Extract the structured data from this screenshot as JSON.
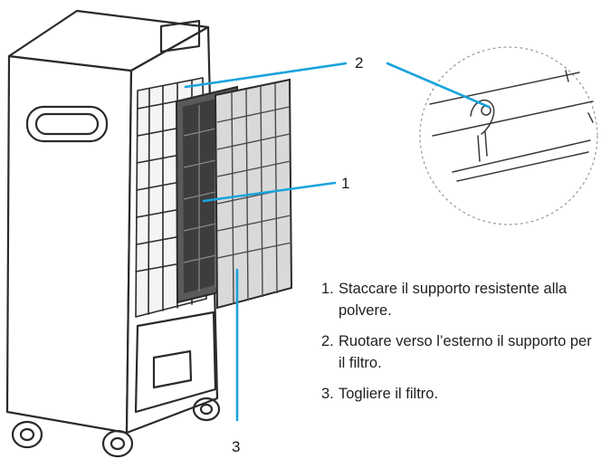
{
  "callouts": [
    {
      "id": "1",
      "label": "1"
    },
    {
      "id": "2",
      "label": "2"
    },
    {
      "id": "3",
      "label": "3"
    }
  ],
  "steps": [
    {
      "number": "1.",
      "text": "Staccare il supporto resistente alla polvere."
    },
    {
      "number": "2.",
      "text": "Ruotare verso l’esterno il supporto per il filtro."
    },
    {
      "number": "3.",
      "text": "Togliere il filtro."
    }
  ],
  "colors": {
    "leader_line": "#1aa3dc",
    "outline": "#2a2a2a",
    "text": "#1a1a1a"
  },
  "icons": {
    "device": "air-cooler-illustration",
    "detail": "filter-holder-hinge-detail"
  }
}
